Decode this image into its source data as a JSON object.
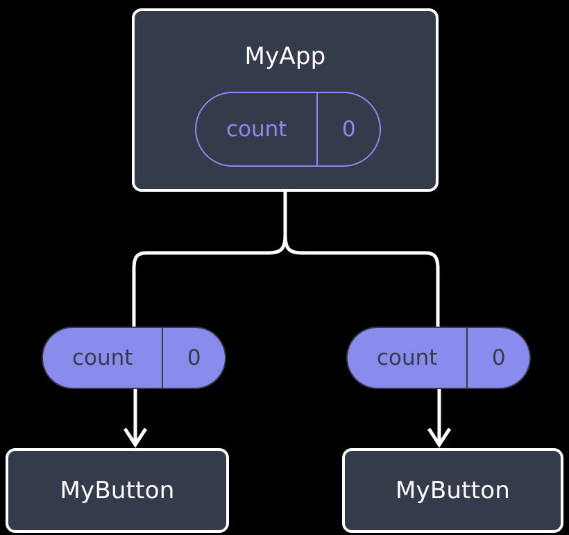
{
  "diagram": {
    "title_node": {
      "label": "MyApp",
      "state_pill": {
        "key": "count",
        "value": "0"
      }
    },
    "props_pills": [
      {
        "key": "count",
        "value": "0"
      },
      {
        "key": "count",
        "value": "0"
      }
    ],
    "child_nodes": [
      {
        "label": "MyButton"
      },
      {
        "label": "MyButton"
      }
    ],
    "colors": {
      "background": "#000000",
      "node_fill": "#343b4a",
      "node_border": "#ffffff",
      "accent_purple": "#8a8ced",
      "edge": "#ffffff",
      "dark_text": "#343b4a",
      "light_text": "#ffffff"
    }
  }
}
